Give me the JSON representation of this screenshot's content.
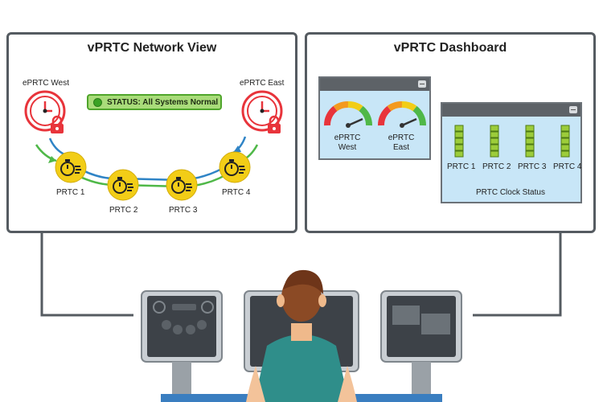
{
  "network_view": {
    "title": "vPRTC Network View",
    "eprtc_west": "ePRTC West",
    "eprtc_east": "ePRTC East",
    "status": "STATUS: All Systems Normal",
    "prtc_1": "PRTC 1",
    "prtc_2": "PRTC 2",
    "prtc_3": "PRTC 3",
    "prtc_4": "PRTC 4"
  },
  "dashboard": {
    "title": "vPRTC Dashboard",
    "gauge_west": "ePRTC\nWest",
    "gauge_east": "ePRTC\nEast",
    "clock_status_title": "PRTC Clock Status",
    "bars": [
      "PRTC 1",
      "PRTC 2",
      "PRTC 3",
      "PRTC 4"
    ]
  },
  "colors": {
    "alarm_red": "#e8343b",
    "link_green": "#4fb848",
    "link_blue": "#2f84c6",
    "prtc_yellow": "#f2cd17",
    "status_green": "#a9dc7a"
  },
  "icons": [
    "clock-lock-icon",
    "stopwatch-icon",
    "gauge-icon",
    "minimize-icon"
  ]
}
